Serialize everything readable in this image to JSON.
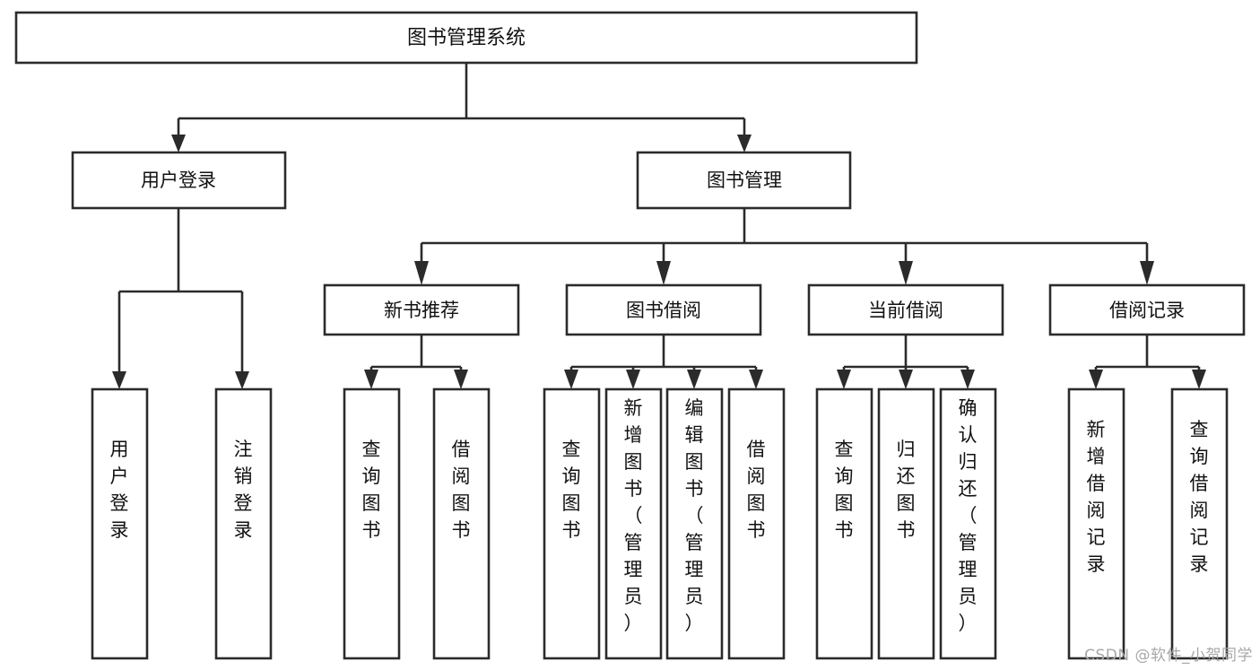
{
  "diagram": {
    "type": "tree",
    "title": "图书管理系统",
    "orientation": "top-down",
    "root": {
      "label": "图书管理系统"
    },
    "level2": [
      {
        "label": "用户登录"
      },
      {
        "label": "图书管理"
      }
    ],
    "level3": [
      {
        "label": "新书推荐"
      },
      {
        "label": "图书借阅"
      },
      {
        "label": "当前借阅"
      },
      {
        "label": "借阅记录"
      }
    ],
    "leaves": {
      "user_login": [
        {
          "label": "用户登录"
        },
        {
          "label": "注销登录"
        }
      ],
      "new_book_recommend": [
        {
          "label": "查询图书"
        },
        {
          "label": "借阅图书"
        }
      ],
      "book_borrow": [
        {
          "label": "查询图书"
        },
        {
          "label": "新增图书（管理员）"
        },
        {
          "label": "编辑图书（管理员）"
        },
        {
          "label": "借阅图书"
        }
      ],
      "current_borrow": [
        {
          "label": "查询图书"
        },
        {
          "label": "归还图书"
        },
        {
          "label": "确认归还（管理员）"
        }
      ],
      "borrow_record": [
        {
          "label": "新增借阅记录"
        },
        {
          "label": "查询借阅记录"
        }
      ]
    }
  },
  "watermark": {
    "text": "CSDN @软件_小贺同学"
  },
  "colors": {
    "stroke": "#2b2b2b",
    "box_fill": "#ffffff",
    "text": "#111111",
    "watermark": "#a8a8a8",
    "background": "#ffffff"
  }
}
